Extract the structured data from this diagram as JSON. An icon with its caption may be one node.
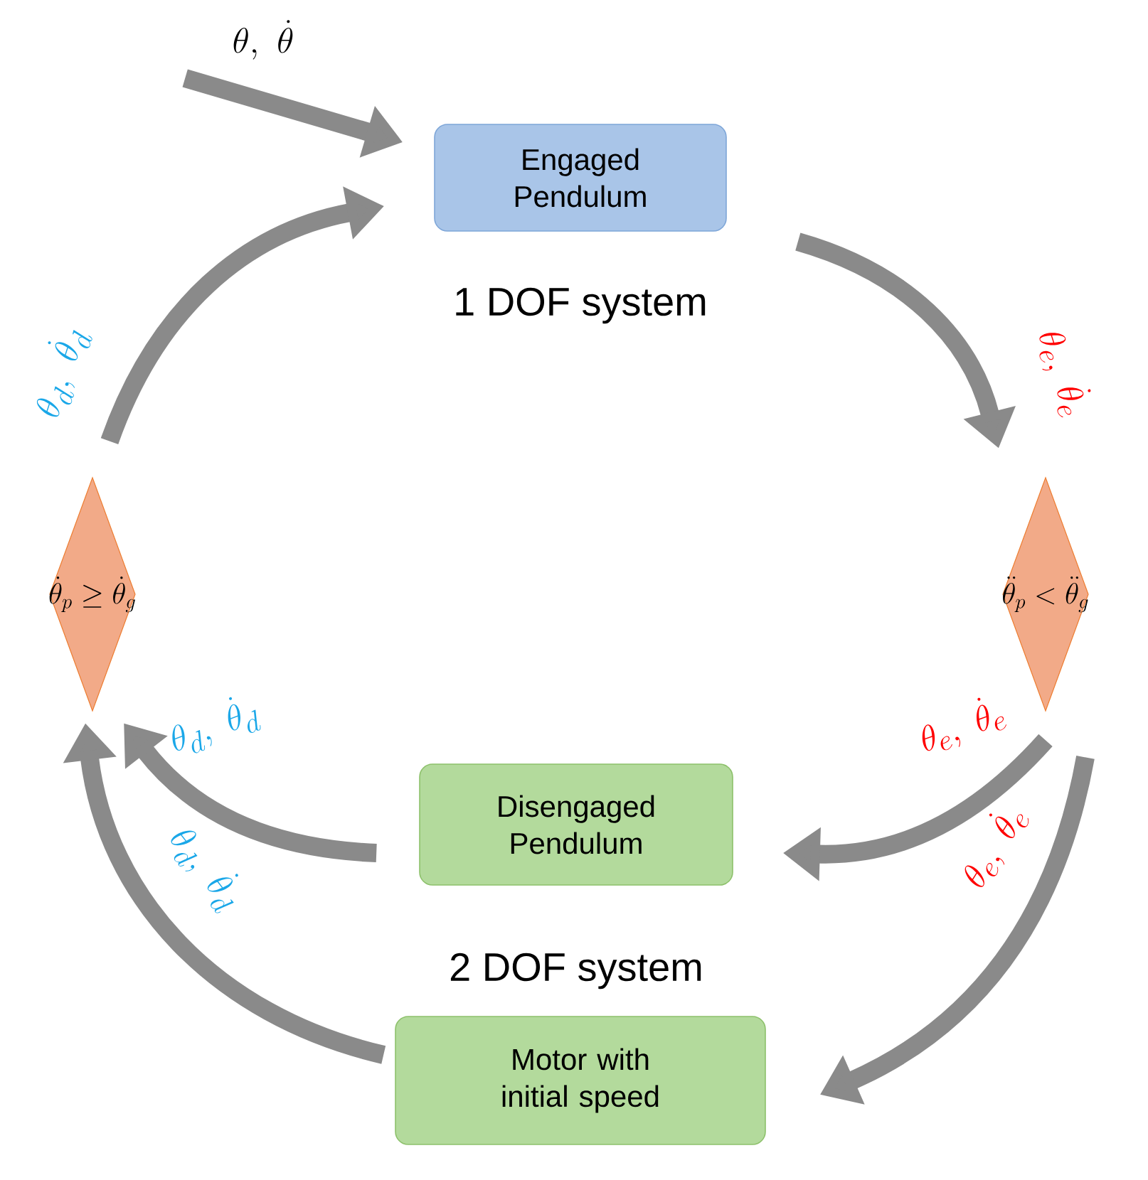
{
  "diagram": {
    "nodes": [
      {
        "text": [
          "Engaged Pendulum"
        ],
        "beside": [
          "1 DOF system"
        ]
      },
      {
        "text": [
          "\\ddot{\\theta}_p < \\ddot{\\theta}_g"
        ]
      },
      {
        "text": [
          "Disengaged Pendulum"
        ]
      },
      {
        "text": [
          "Motor with initial speed"
        ]
      },
      {
        "text": [
          "\\dot{\\theta}_p \\geq \\dot{\\theta}_g"
        ]
      }
    ],
    "edges": [
      {
        "from": null,
        "to": 0,
        "arrow": "to",
        "label": "\\theta,\\ \\dot{\\theta}"
      },
      {
        "from": 0,
        "to": 1,
        "arrow": "to",
        "label": "\\theta_e,\\ \\dot{\\theta}_e"
      },
      {
        "from": 1,
        "to": 2,
        "arrow": "to",
        "label": "\\theta_e,\\ \\dot{\\theta}_e"
      },
      {
        "from": 1,
        "to": 3,
        "arrow": "to",
        "label": "\\theta_e,\\ \\dot{\\theta}_e"
      },
      {
        "from": 2,
        "to": 4,
        "arrow": "to",
        "label": "\\theta_d,\\ \\dot{\\theta}_d"
      },
      {
        "from": 3,
        "to": 4,
        "arrow": "to",
        "label": "\\theta_d,\\ \\dot{\\theta}_d"
      },
      {
        "from": 4,
        "to": 0,
        "arrow": "to",
        "label": "\\theta_d,\\ \\dot{\\theta}_d"
      }
    ],
    "labels": [
      "2 DOF system"
    ]
  }
}
